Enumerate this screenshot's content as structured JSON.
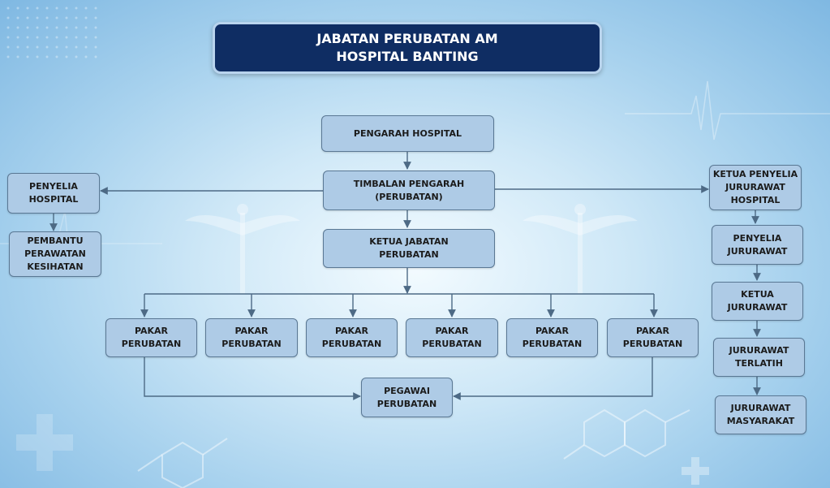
{
  "title": {
    "line1": "JABATAN PERUBATAN AM",
    "line2": "HOSPITAL BANTING"
  },
  "nodes": {
    "pengarah": [
      "PENGARAH HOSPITAL"
    ],
    "timbalan": [
      "TIMBALAN PENGARAH",
      "(PERUBATAN)"
    ],
    "ketua_jabatan": [
      "KETUA JABATAN",
      "PERUBATAN"
    ],
    "penyelia_hospital": [
      "PENYELIA",
      "HOSPITAL"
    ],
    "pembantu": [
      "PEMBANTU",
      "PERAWATAN",
      "KESIHATAN"
    ],
    "pakar": [
      [
        "PAKAR",
        "PERUBATAN"
      ],
      [
        "PAKAR",
        "PERUBATAN"
      ],
      [
        "PAKAR",
        "PERUBATAN"
      ],
      [
        "PAKAR",
        "PERUBATAN"
      ],
      [
        "PAKAR",
        "PERUBATAN"
      ],
      [
        "PAKAR",
        "PERUBATAN"
      ]
    ],
    "pegawai": [
      "PEGAWAI",
      "PERUBATAN"
    ],
    "ketua_penyelia_jururawat": [
      "KETUA PENYELIA",
      "JURURAWAT",
      "HOSPITAL"
    ],
    "penyelia_jururawat": [
      "PENYELIA",
      "JURURAWAT"
    ],
    "ketua_jururawat": [
      "KETUA",
      "JURURAWAT"
    ],
    "jururawat_terlatih": [
      "JURURAWAT",
      "TERLATIH"
    ],
    "jururawat_masyarakat": [
      "JURURAWAT",
      "MASYARAKAT"
    ]
  },
  "colors": {
    "title_bg": "#0f2d63",
    "node_fill": "#aecbe6",
    "node_border": "#5a7894",
    "connector": "#4d6a85"
  }
}
